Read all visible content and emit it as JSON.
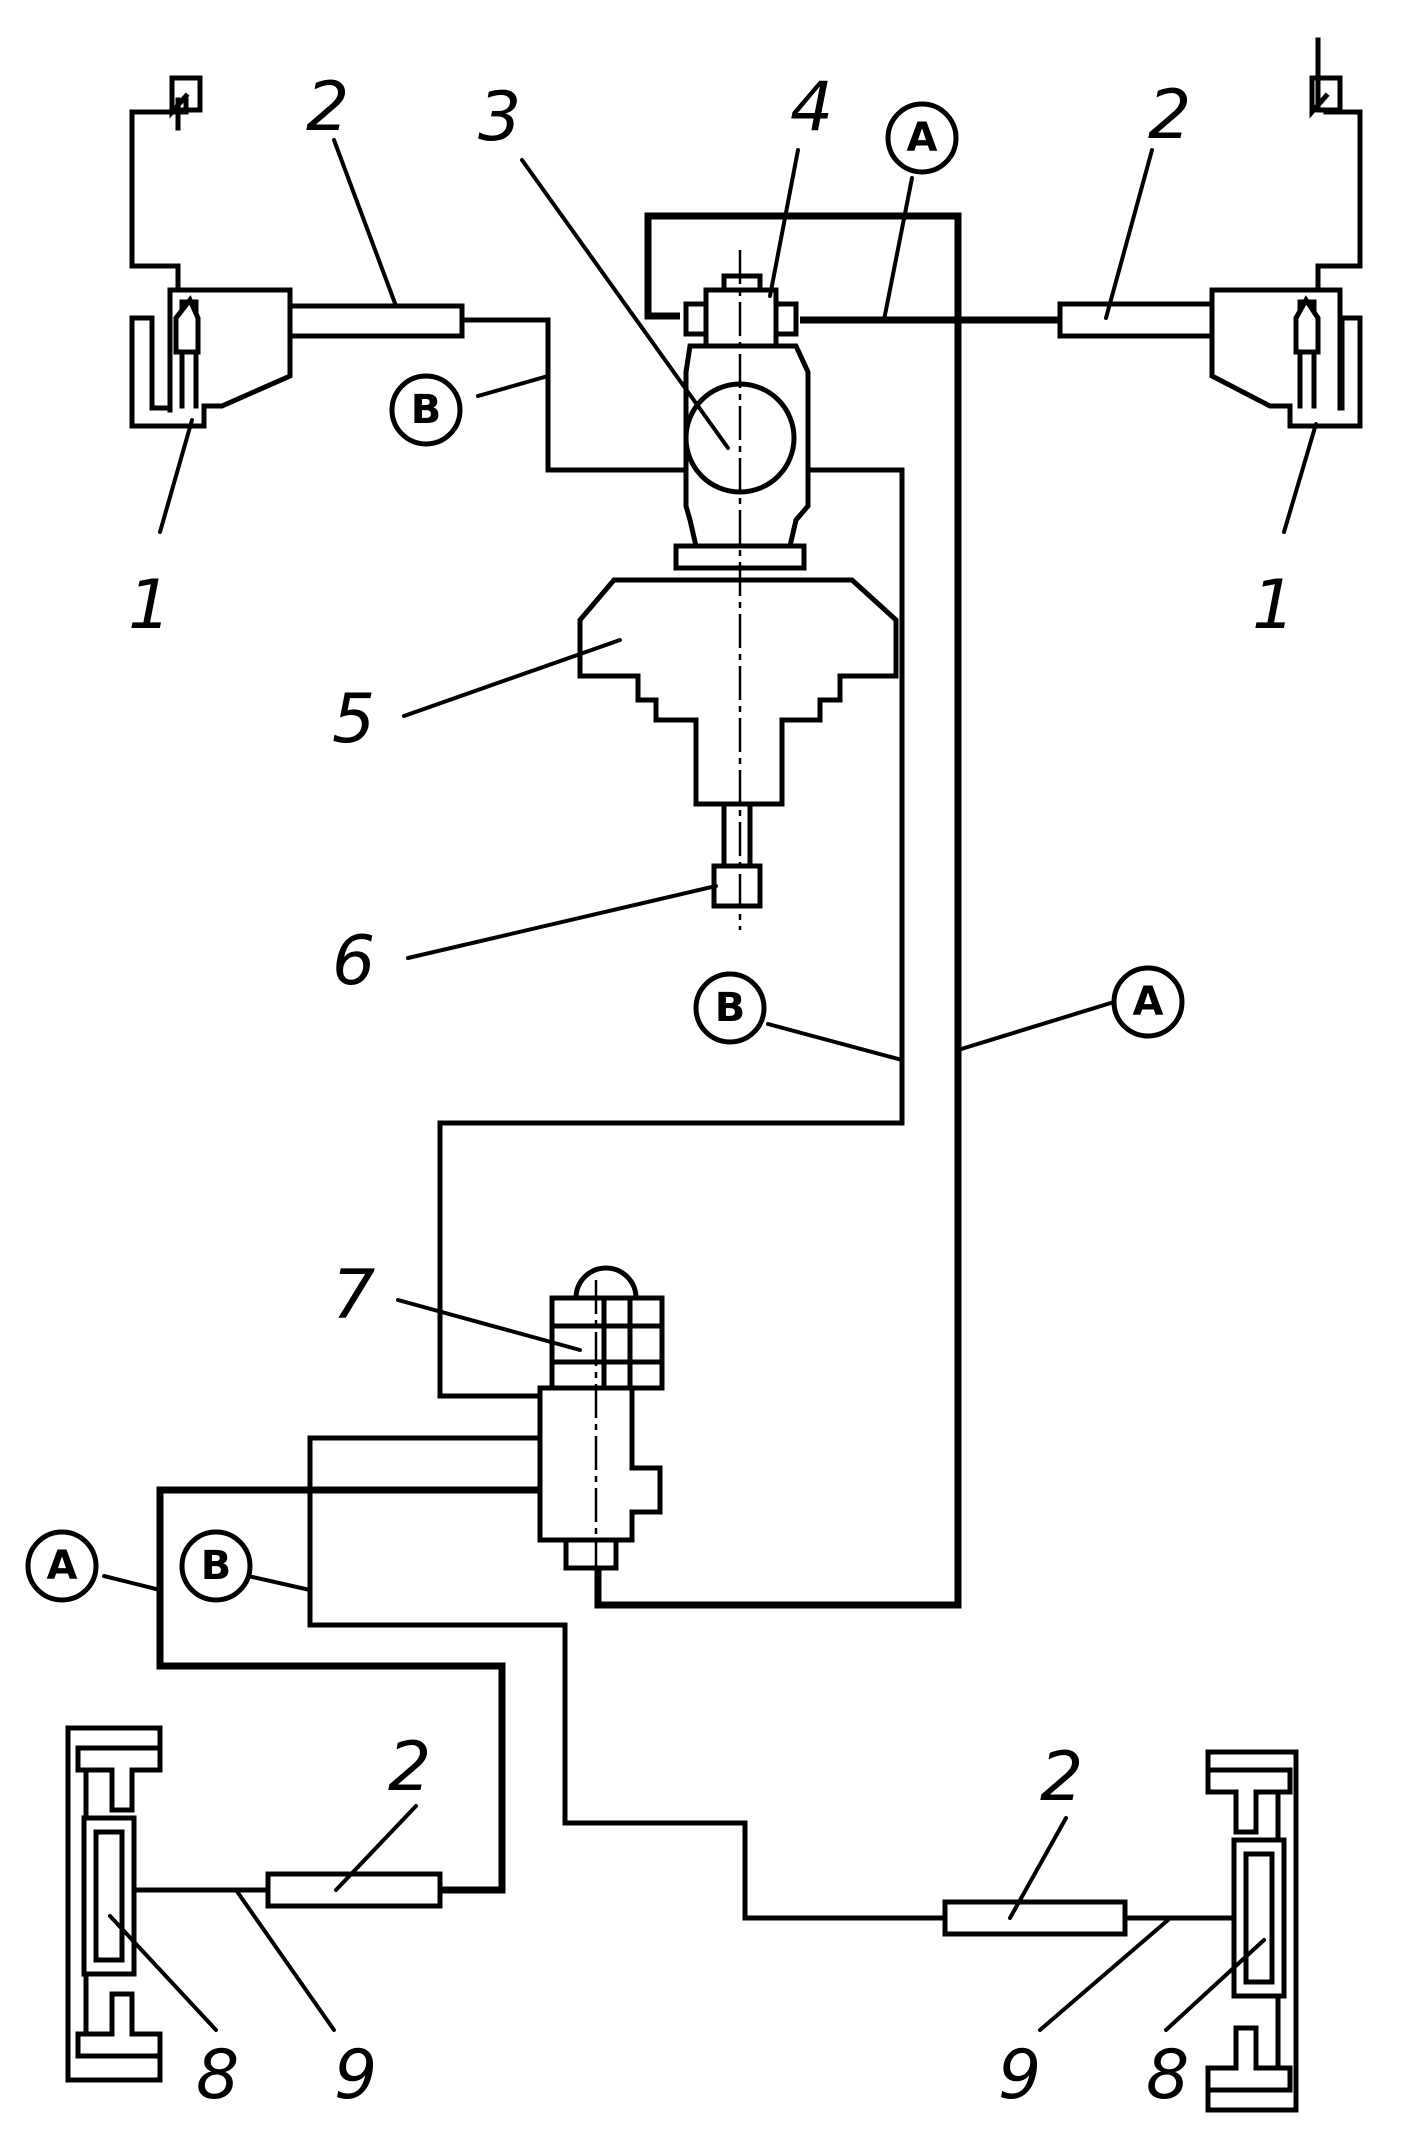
{
  "colors": {
    "ink": "#000000",
    "paper": "#ffffff"
  },
  "labels": {
    "n1": "1",
    "n2": "2",
    "n3": "3",
    "n4": "4",
    "n5": "5",
    "n6": "6",
    "n7": "7",
    "n8": "8",
    "n9": "9"
  },
  "circuits": {
    "a": "A",
    "b": "B"
  }
}
